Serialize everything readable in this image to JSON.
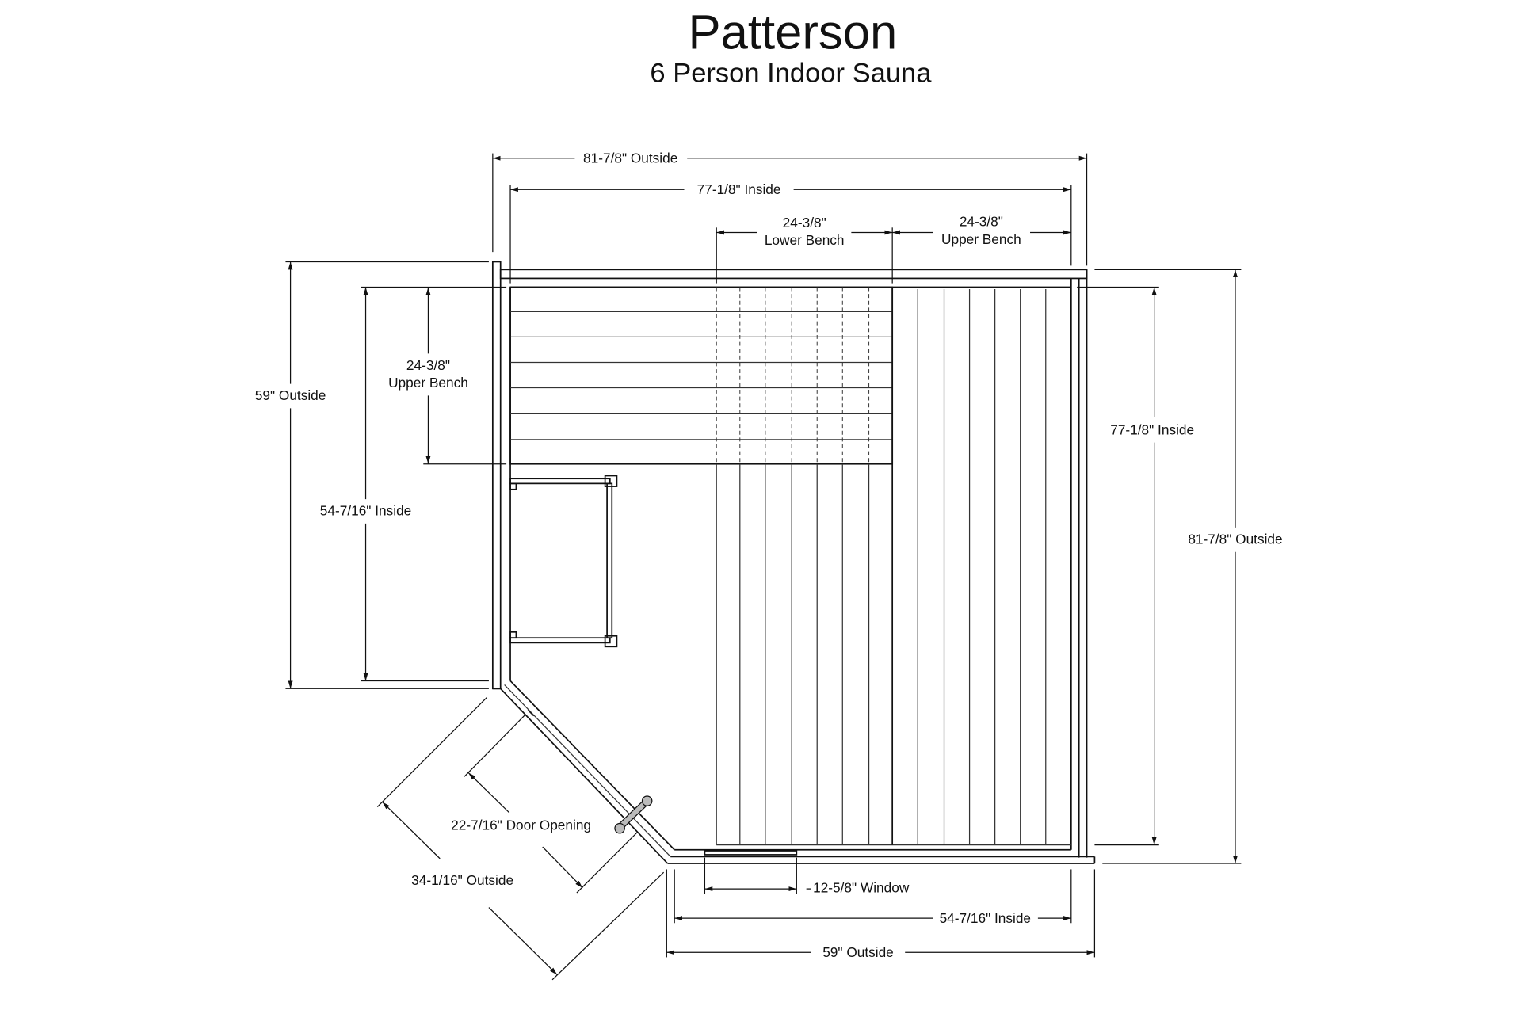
{
  "title": "Patterson",
  "subtitle": "6 Person Indoor Sauna",
  "dimensions": {
    "top_outside": "81-7/8\" Outside",
    "top_inside": "77-1/8\" Inside",
    "lower_bench_value": "24-3/8\"",
    "lower_bench_label": "Lower Bench",
    "upper_bench_top_value": "24-3/8\"",
    "upper_bench_top_label": "Upper Bench",
    "left_outside": "59\" Outside",
    "left_inside": "54-7/16\" Inside",
    "upper_bench_left_value": "24-3/8\"",
    "upper_bench_left_label": "Upper Bench",
    "right_inside": "77-1/8\" Inside",
    "right_outside": "81-7/8\" Outside",
    "door_opening": "22-7/16\" Door Opening",
    "diagonal_outside": "34-1/16\" Outside",
    "window": "12-5/8\" Window",
    "bottom_inside": "54-7/16\" Inside",
    "bottom_outside": "59\" Outside"
  },
  "colors": {
    "line": "#111111",
    "background": "#ffffff",
    "handle": "#bbbbbb"
  }
}
